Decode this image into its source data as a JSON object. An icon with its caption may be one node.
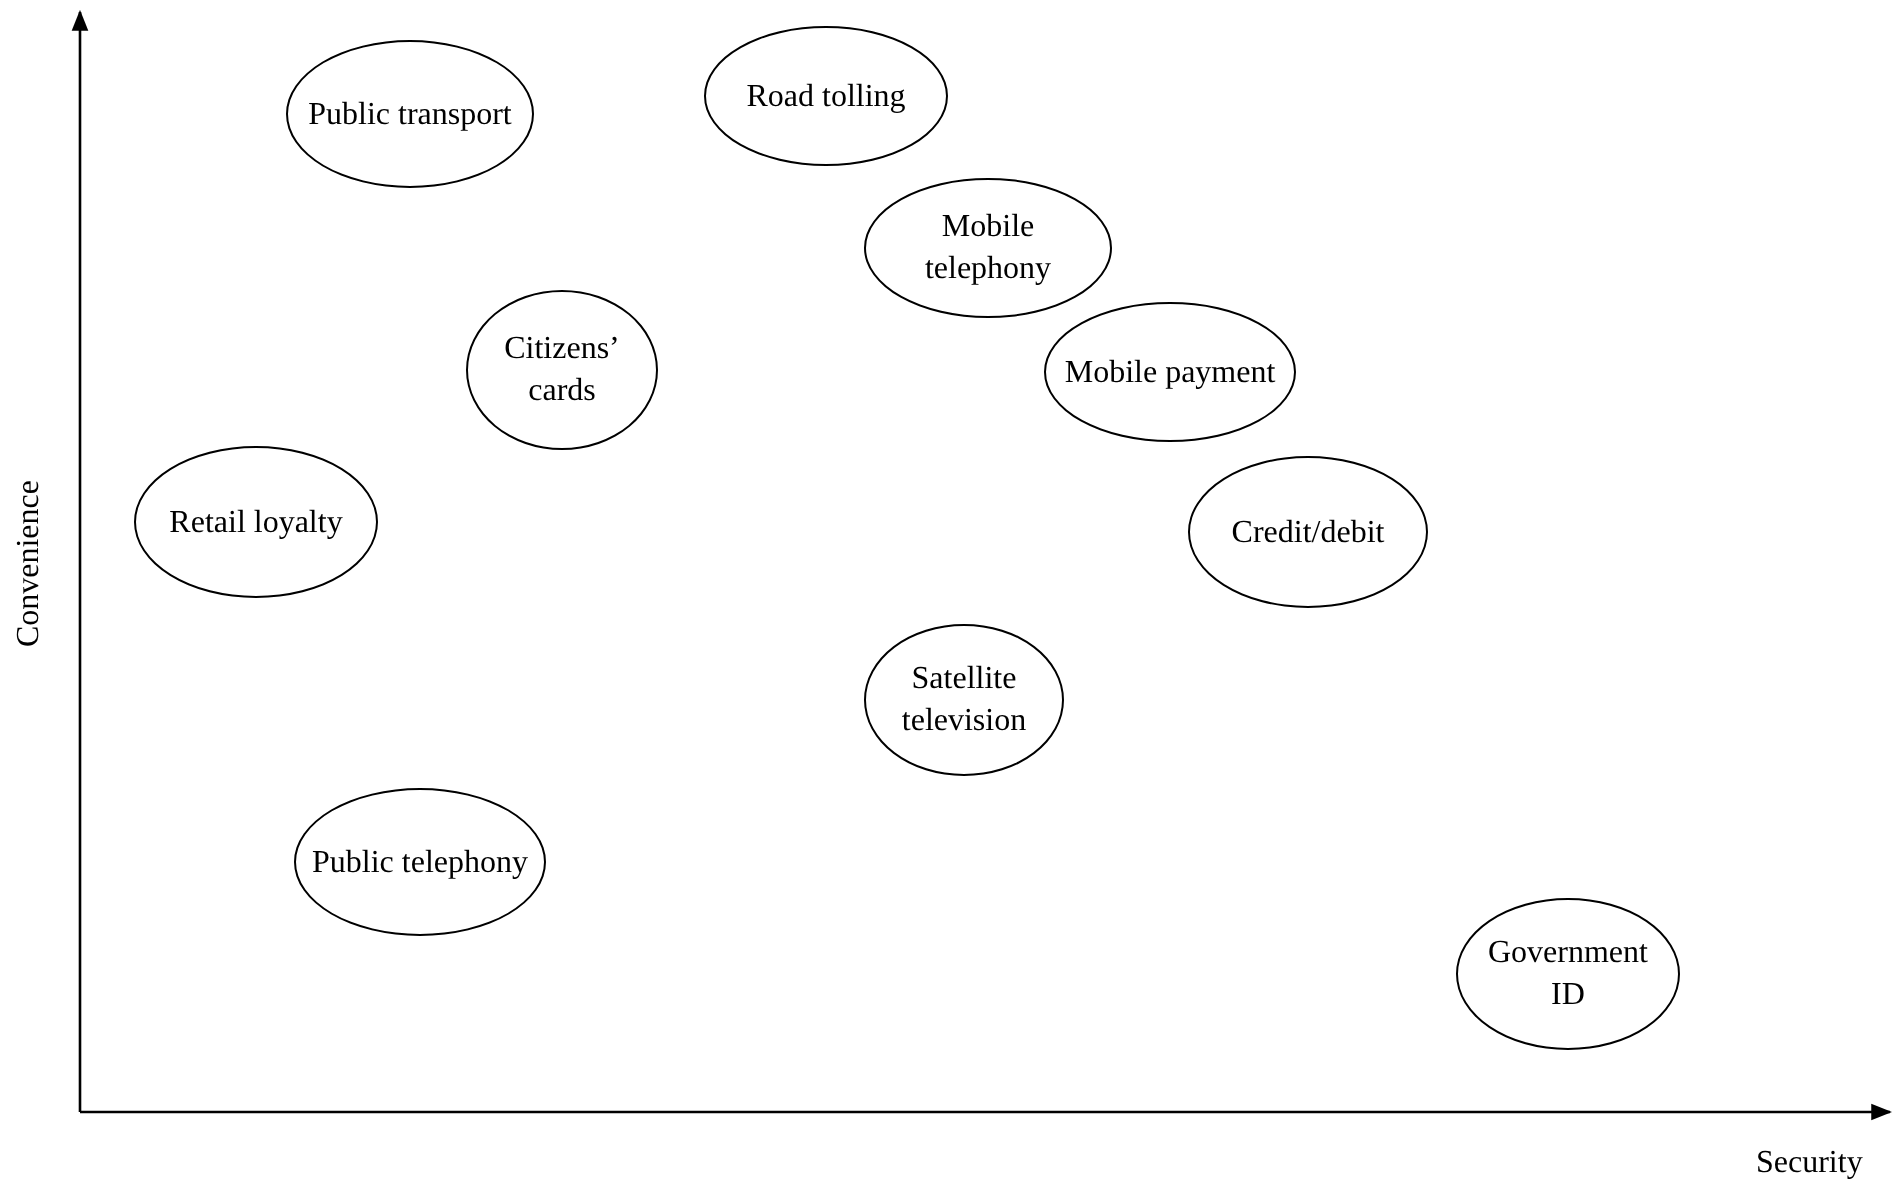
{
  "diagram": {
    "nodes": [
      {
        "text": [
          "Public transport"
        ]
      },
      {
        "text": [
          "Road tolling"
        ]
      },
      {
        "text": [
          "Mobile telephony"
        ]
      },
      {
        "text": [
          "Citizens’ cards"
        ]
      },
      {
        "text": [
          "Mobile payment"
        ]
      },
      {
        "text": [
          "Retail loyalty"
        ]
      },
      {
        "text": [
          "Credit/debit"
        ]
      },
      {
        "text": [
          "Satellite television"
        ]
      },
      {
        "text": [
          "Public telephony"
        ]
      },
      {
        "text": [
          "Government ID"
        ]
      }
    ],
    "labels": [
      "Convenience",
      "Security"
    ]
  }
}
